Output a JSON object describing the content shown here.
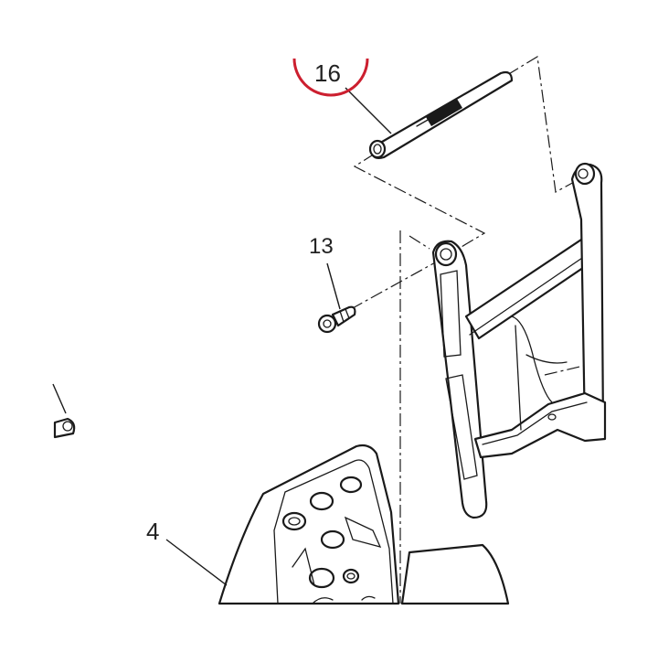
{
  "diagram": {
    "callouts": [
      {
        "id": "16",
        "label": "16",
        "highlighted": true
      },
      {
        "id": "13",
        "label": "13",
        "highlighted": false
      },
      {
        "id": "4",
        "label": "4",
        "highlighted": false
      }
    ],
    "highlight_color": "#cc1f2f",
    "line_color": "#1a1a1a",
    "background": "#ffffff"
  }
}
